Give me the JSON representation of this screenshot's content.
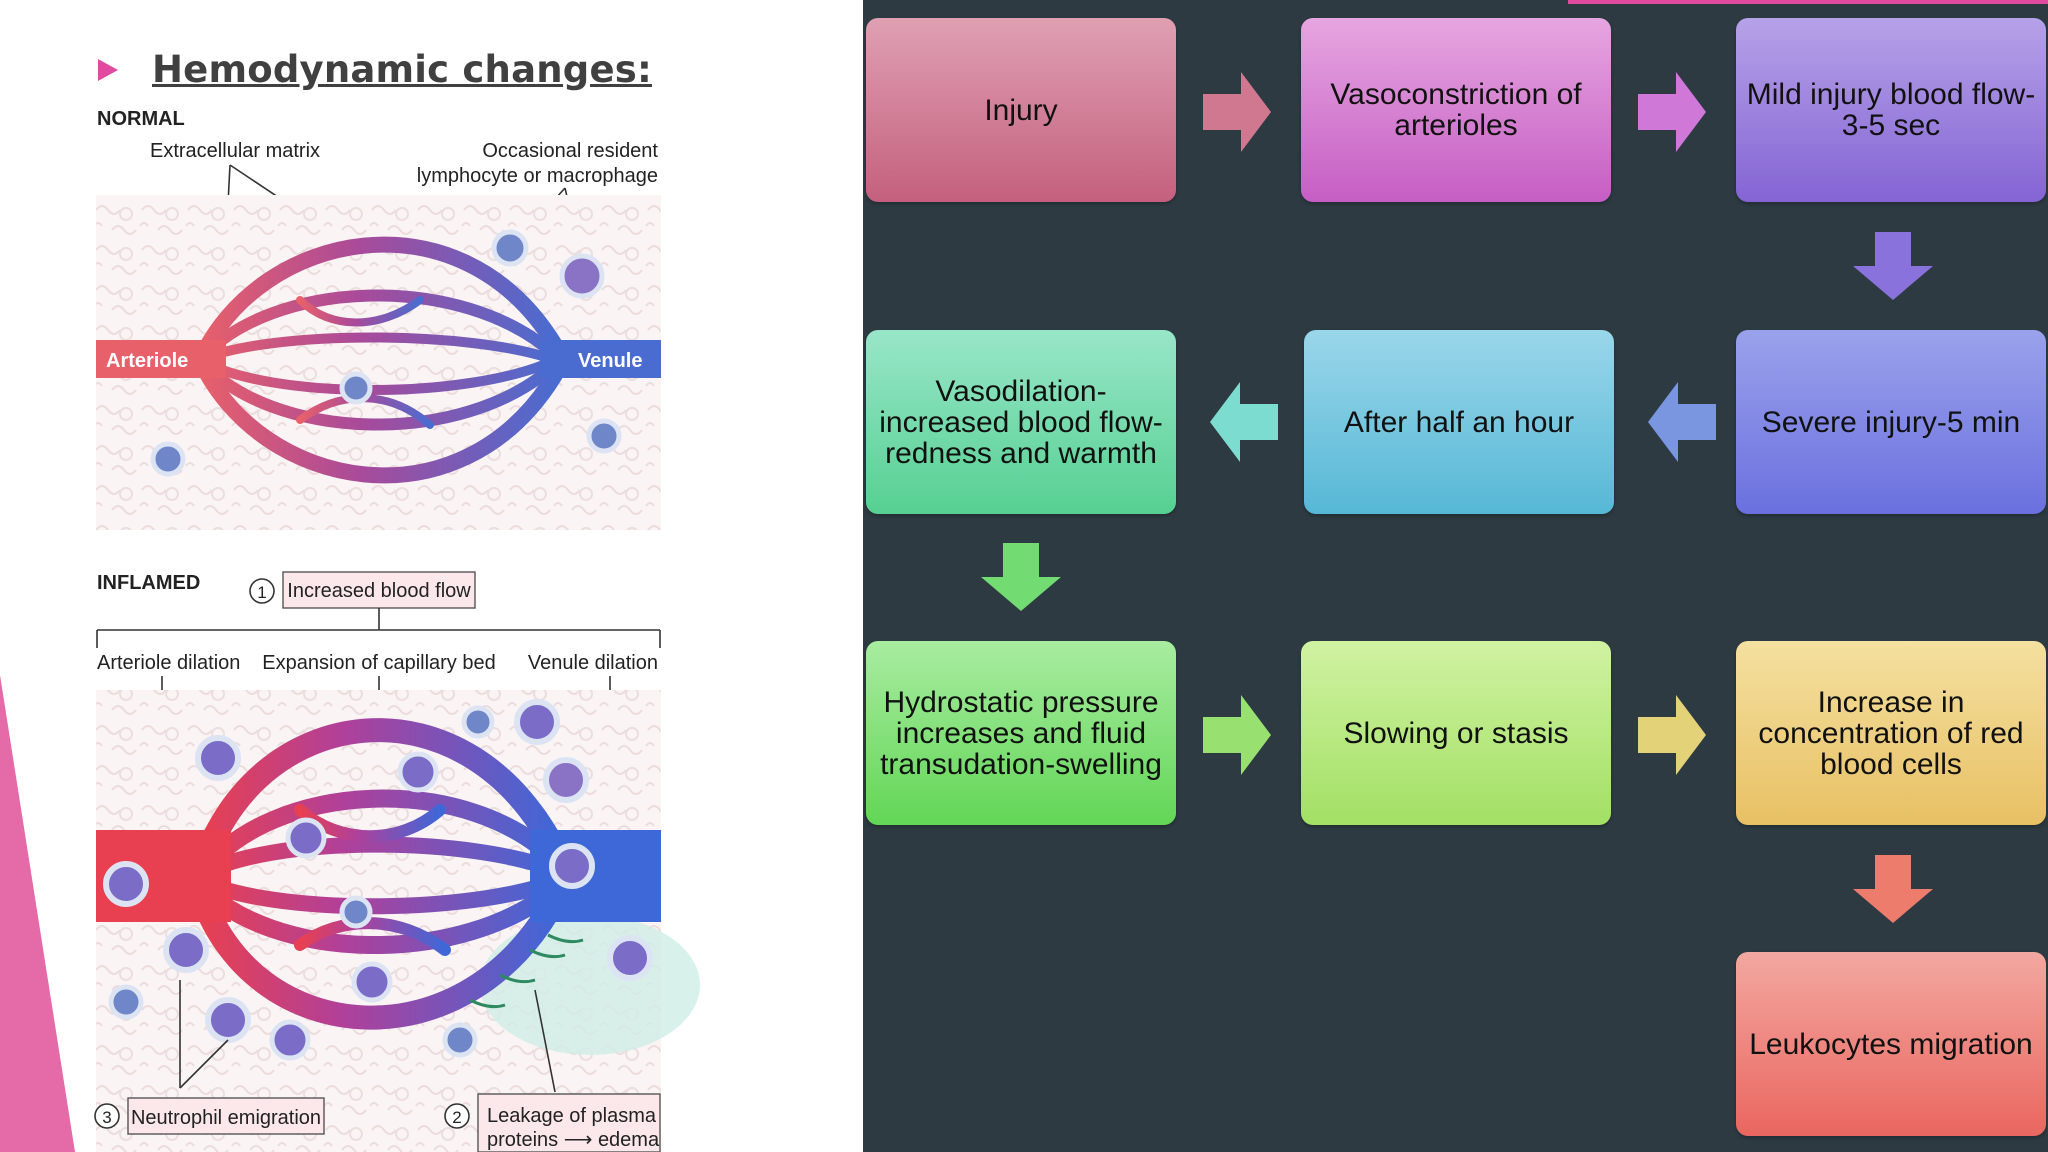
{
  "slide": {
    "heading": "Hemodynamic changes:"
  },
  "figure": {
    "normal": {
      "section_label": "NORMAL",
      "extracellular_matrix": "Extracellular matrix",
      "resident_cell_line1": "Occasional resident",
      "resident_cell_line2": "lymphocyte or macrophage",
      "arteriole": "Arteriole",
      "venule": "Venule"
    },
    "inflamed": {
      "section_label": "INFLAMED",
      "step1_number": "1",
      "step1_label": "Increased blood flow",
      "arteriole_dilation": "Arteriole dilation",
      "capillary_expansion": "Expansion of capillary bed",
      "venule_dilation": "Venule dilation",
      "step3_number": "3",
      "step3_label": "Neutrophil emigration",
      "step2_number": "2",
      "step2_line1": "Leakage of plasma",
      "step2_line2": "proteins ⟶ edema"
    }
  },
  "flowchart": {
    "boxes": [
      {
        "text": "Injury",
        "color": "#c8607c"
      },
      {
        "text": "Vasoconstriction of arterioles",
        "color": "#cc62c4"
      },
      {
        "text": "Mild injury blood flow-3-5 sec",
        "color": "#8a68d6"
      },
      {
        "text": "Severe injury-5 min",
        "color": "#7076e0"
      },
      {
        "text": "After half an hour",
        "color": "#5cbcd8"
      },
      {
        "text": "Vasodilation-increased blood flow-redness and warmth",
        "color": "#5cd49a"
      },
      {
        "text": "Hydrostatic pressure increases and fluid transudation-swelling",
        "color": "#6edc62"
      },
      {
        "text": "Slowing or stasis",
        "color": "#a8e46a"
      },
      {
        "text": "Increase in concentration of red blood cells",
        "color": "#eac46a"
      },
      {
        "text": "Leukocytes migration",
        "color": "#ec6a64"
      }
    ]
  },
  "colors": {
    "background": "#2d3a42",
    "accent_pink": "#e24aa0",
    "arteriole_red": "#e05060",
    "venule_blue": "#4a6cd0"
  }
}
